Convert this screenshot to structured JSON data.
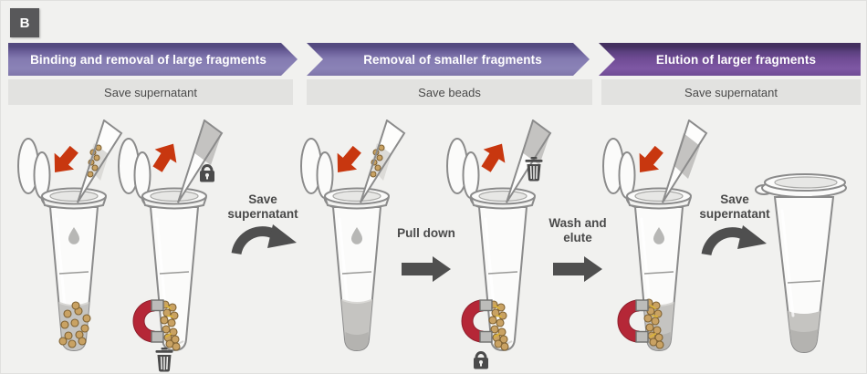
{
  "panel_label": "B",
  "steps": [
    {
      "title": "Binding and removal of large fragments",
      "subtitle": "Save supernatant"
    },
    {
      "title": "Removal of smaller fragments",
      "subtitle": "Save beads"
    },
    {
      "title": "Elution of larger fragments",
      "subtitle": "Save supernatant"
    }
  ],
  "transitions": [
    {
      "label": "Save supernatant",
      "arrow": "curved"
    },
    {
      "label": "Pull down",
      "arrow": "straight"
    },
    {
      "label": "Wash and elute",
      "arrow": "straight"
    },
    {
      "label": "Save supernatant",
      "arrow": "curved"
    }
  ],
  "tubes": [
    {
      "step": 1,
      "action": "add beads with pipette",
      "icons": [
        "red-arrow-down-icon",
        "pipette-icon",
        "droplet-icon"
      ],
      "contents": "liquid with beads"
    },
    {
      "step": 2,
      "action": "aspirate supernatant",
      "icons": [
        "red-arrow-up-icon",
        "pipette-icon",
        "lock-icon",
        "magnet-icon",
        "trash-icon"
      ],
      "contents": "beads pulled to wall"
    },
    {
      "step": 3,
      "action": "add beads with pipette",
      "icons": [
        "red-arrow-down-icon",
        "pipette-icon",
        "droplet-icon"
      ],
      "contents": "liquid"
    },
    {
      "step": 4,
      "action": "aspirate supernatant",
      "icons": [
        "red-arrow-up-icon",
        "pipette-icon",
        "trash-icon",
        "magnet-icon",
        "lock-icon"
      ],
      "contents": "beads pulled to wall"
    },
    {
      "step": 5,
      "action": "add elution buffer",
      "icons": [
        "red-arrow-down-icon",
        "pipette-icon",
        "droplet-icon",
        "magnet-icon"
      ],
      "contents": "liquid with beads pulled to wall"
    },
    {
      "step": 6,
      "action": "closed tube with eluate",
      "icons": [],
      "contents": "liquid"
    }
  ],
  "colors": {
    "background": "#f1f1ef",
    "banner_light": "#837ab0",
    "banner_light_top": "#544a80",
    "banner_dark": "#6f4b94",
    "banner_dark_top": "#44305f",
    "subbar": "#e2e2e0",
    "panel_badge": "#58585a",
    "red_arrow": "#c8370f",
    "magnet_red": "#b52737",
    "beads": "#c9a263",
    "flow_arrow": "#4f4f4f",
    "text_dark": "#4a4a4a"
  }
}
